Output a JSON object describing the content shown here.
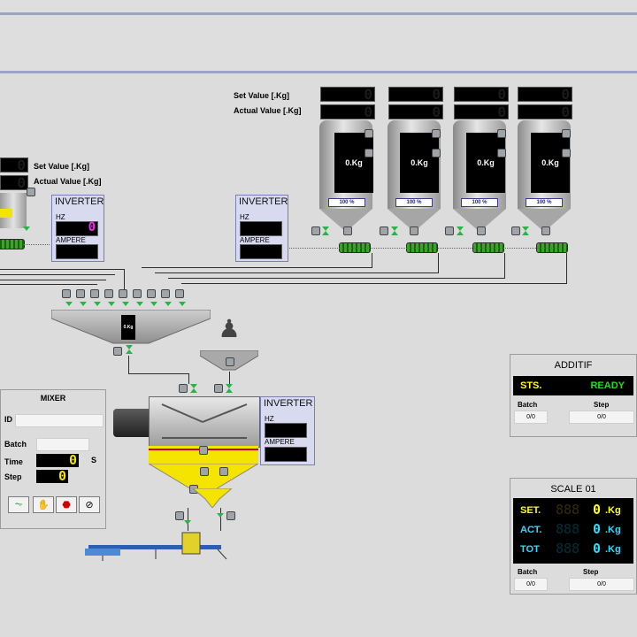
{
  "header": {
    "set_value_label": "Set Value [.Kg]",
    "actual_value_label": "Actual Value [.Kg]"
  },
  "left_scale": {
    "set_value_label": "Set Value [.Kg]",
    "actual_value_label": "Actual Value [.Kg]"
  },
  "inverters": [
    {
      "title": "INVERTER",
      "hz_label": "HZ",
      "hz_value": "0",
      "ampere_label": "AMPERE"
    },
    {
      "title": "INVERTER",
      "hz_label": "HZ",
      "ampere_label": "AMPERE"
    },
    {
      "title": "INVERTER",
      "hz_label": "HZ",
      "ampere_label": "AMPERE"
    }
  ],
  "silos": [
    {
      "value": "0.Kg",
      "level": "100 %"
    },
    {
      "value": "0.Kg",
      "level": "100 %"
    },
    {
      "value": "0.Kg",
      "level": "100 %"
    },
    {
      "value": "0.Kg",
      "level": "100 %"
    }
  ],
  "weigh_hopper": {
    "value": "0.Kg"
  },
  "mixer": {
    "title": "MIXER",
    "id_label": "ID",
    "batch_label": "Batch",
    "time_label": "Time",
    "time_value": "0",
    "time_unit": "S",
    "step_label": "Step",
    "step_value": "0",
    "buttons": [
      "chart-icon",
      "hand-icon",
      "stop-icon",
      "disable-icon"
    ]
  },
  "additif": {
    "title": "ADDITIF",
    "sts_label": "STS.",
    "sts_value": "READY",
    "batch_label": "Batch",
    "batch_value": "0/0",
    "step_label": "Step",
    "step_value": "0/0"
  },
  "scale01": {
    "title": "SCALE 01",
    "set_label": "SET.",
    "act_label": "ACT.",
    "tot_label": "TOT",
    "set_value": "0",
    "act_value": "0",
    "tot_value": "0",
    "unit": ".Kg",
    "batch_label": "Batch",
    "batch_value": "0/0",
    "step_label": "Step",
    "step_value": "0/0"
  },
  "colors": {
    "panel_bg": "#d8daf0",
    "ready_green": "#22dd22",
    "sts_yellow": "#ffff00",
    "scale_cyan": "#22e0ff",
    "valve_green": "#2bb34a"
  }
}
